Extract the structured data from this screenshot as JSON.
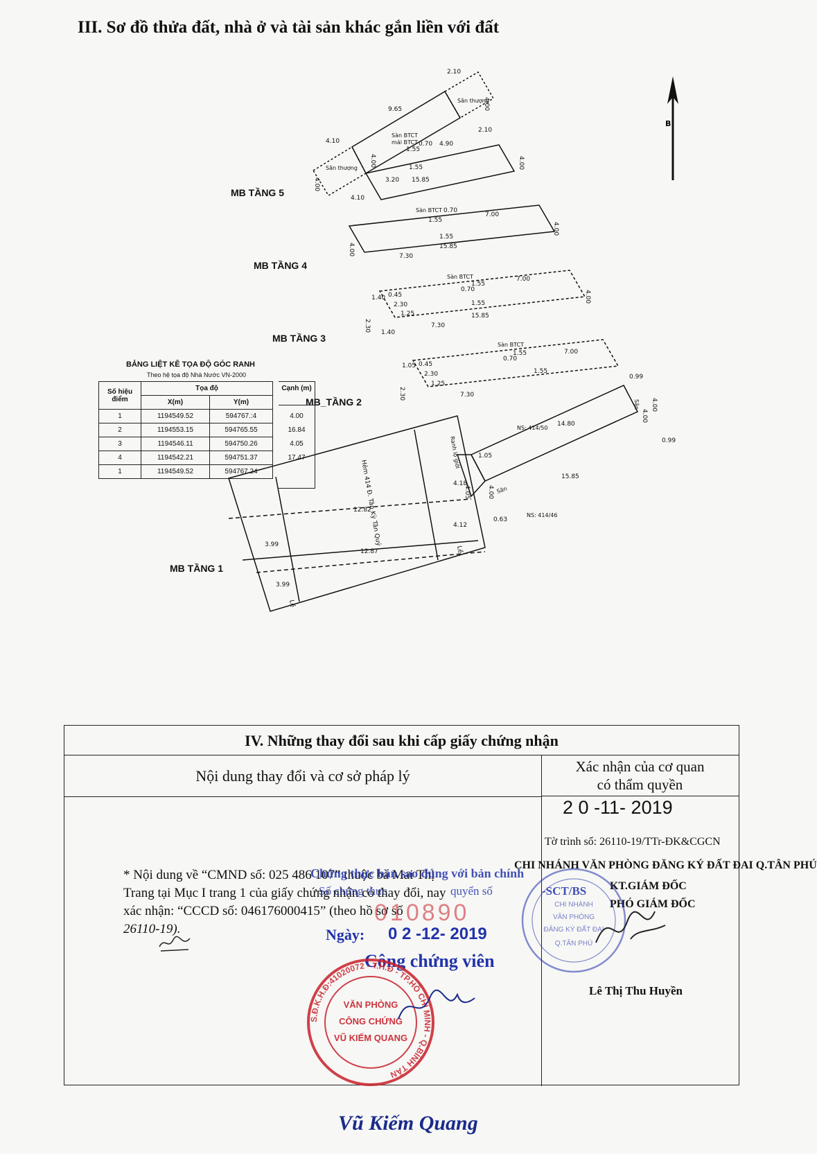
{
  "section3": {
    "title": "III. Sơ đồ thửa đất, nhà ở và tài sản khác gắn liền với đất",
    "floors": {
      "f5": "MB TẦNG 5",
      "f4": "MB TẦNG 4",
      "f3": "MB TẦNG 3",
      "f2": "MB_TẦNG 2",
      "f1": "MB TẦNG 1"
    },
    "north_label": "B",
    "labels": {
      "san_btct": "Sàn BTCT",
      "mai_btct": "mái BTCT",
      "san_thuong": "Sân thượng",
      "san": "Sân",
      "hem": "Hẻm 414 Đ. Tân Kỳ Tân Quý",
      "ranh_lo_gioi": "Ranh lộ giới",
      "ns_50": "NS: 414/50",
      "ns_46": "NS: 414/46",
      "lo_a": "Lề",
      "lo_b": "Lề"
    },
    "dims": {
      "d210a": "2.10",
      "d400a": "4.00",
      "d965": "9.65",
      "d410a": "4.10",
      "d400b": "4.00",
      "d155a": "1.55",
      "d070a": "0.70",
      "d490": "4.90",
      "d210b": "2.10",
      "d400c": "4.00",
      "d320": "3.20",
      "d155b": "1.55",
      "d1585a": "15.85",
      "d410b": "4.10",
      "d400d": "4.00",
      "d070b": "0.70",
      "d155c": "1.55",
      "d700a": "7.00",
      "d400e": "4.00",
      "d730a": "7.30",
      "d1585b": "15.85",
      "d400f": "4.00",
      "d155d": "1.55",
      "d140a": "1.40",
      "d045a": "0.45",
      "d230a": "2.30",
      "d125a": "1.25",
      "d230b": "2.30",
      "d140b": "1.40",
      "d070c": "0.70",
      "d155e": "1.55",
      "d700b": "7.00",
      "d400g": "4.00",
      "d730b": "7.30",
      "d1585c": "15.85",
      "d155f": "1.55",
      "d105a": "1.05",
      "d045b": "0.45",
      "d230c": "2.30",
      "d125b": "1.25",
      "d230d": "2.30",
      "d070d": "0.70",
      "d155g": "1.55",
      "d700c": "7.00",
      "d730c": "7.30",
      "d155h": "1.55",
      "d099a": "0.99",
      "d400h": "4.00",
      "d400i": "4.00",
      "d099b": "0.99",
      "d1480": "14.80",
      "d1585d": "15.85",
      "d105b": "1.05",
      "d418": "4.18",
      "d400j": "4.00",
      "d405": "4.05",
      "d412": "4.12",
      "d063": "0.63",
      "d1282": "12.82",
      "d1287": "12.87",
      "d399a": "3.99",
      "d399b": "3.99"
    }
  },
  "coord_table": {
    "title": "BẢNG LIỆT KÊ TỌA ĐỘ GÓC RANH",
    "subtitle": "Theo hệ tọa độ Nhà Nước VN-2000",
    "headers": {
      "point": "Số hiệu điểm",
      "coord": "Tọa độ",
      "x": "X(m)",
      "y": "Y(m)",
      "edge": "Cạnh (m)"
    },
    "rows": [
      {
        "id": "1",
        "x": "1194549.52",
        "y": "594767.:4"
      },
      {
        "id": "2",
        "x": "1194553.15",
        "y": "594765.55"
      },
      {
        "id": "3",
        "x": "1194546.11",
        "y": "594750.26"
      },
      {
        "id": "4",
        "x": "1194542.21",
        "y": "594751.37"
      },
      {
        "id": "1",
        "x": "1194549.52",
        "y": "594767.24"
      }
    ],
    "edges": [
      "4.00",
      "16.84",
      "4.05",
      "17.47"
    ]
  },
  "section4": {
    "title": "IV. Những thay đổi sau khi cấp giấy chứng nhận",
    "col1_header": "Nội dung thay đổi và cơ sở pháp lý",
    "col2_header_l1": "Xác nhận của cơ quan",
    "col2_header_l2": "có thẩm quyền",
    "change_l1": "* Nội dung về “CMND số: 025 486 107” thuộc bà Mai Thị",
    "change_l2": "Trang tại Mục I trang 1 của giấy chứng nhận có thay đổi, nay",
    "change_l3": "xác nhận: “CCCD số: 046176000415” (theo hồ sơ số",
    "change_l4": "26110-19).",
    "official_date": "2 0 -11- 2019",
    "to_trinh": "Tờ trình số: 26110-19/TTr-ĐK&CGCN",
    "branch": "CHI NHÁNH VĂN PHÒNG ĐĂNG KÝ ĐẤT ĐAI Q.TÂN PHÚ",
    "kt": "KT.GIÁM ĐỐC",
    "pgd": "PHÓ GIÁM ĐỐC",
    "official_name": "Lê Thị Thu Huyền"
  },
  "notary": {
    "certify": "Chứng thực bản sao đúng với bản chính",
    "so_chung_thuc": "Số chứng thực",
    "quyen_so": "quyển số",
    "sct": "-SCT/BS",
    "number": "010890",
    "date_label": "Ngày:",
    "date": "0 2 -12- 2019",
    "cong_chung_vien": "Công chứng viên",
    "name": "Vũ Kiếm Quang"
  },
  "stamps": {
    "red_ring": "S.Đ.K.H.Đ:41020072 - T.H.Đ - TP.HỒ CHÍ MINH - Q.BÌNH TÂN",
    "red_l1": "VĂN PHÒNG",
    "red_l2": "CÔNG CHỨNG",
    "red_l3": "VŨ KIẾM QUANG",
    "blue_l1": "CHI NHÁNH",
    "blue_l2": "VĂN PHÒNG",
    "blue_l3": "ĐĂNG KÝ ĐẤT ĐAI",
    "blue_l4": "Q.TÂN PHÚ"
  },
  "colors": {
    "ink": "#111111",
    "stamp_red": "#c8202a",
    "stamp_blue": "#2233aa",
    "handwrite_blue": "#1a2a8a"
  }
}
